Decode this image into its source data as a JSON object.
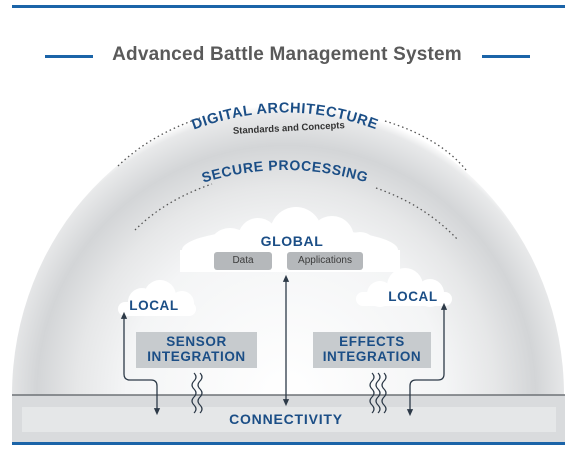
{
  "header": {
    "title": "Advanced Battle Management System"
  },
  "layers": {
    "digital_architecture": "DIGITAL ARCHITECTURE",
    "digital_architecture_sub": "Standards and Concepts",
    "secure_processing": "SECURE PROCESSING"
  },
  "clouds": {
    "global": "GLOBAL",
    "global_items": [
      "Data",
      "Applications"
    ],
    "local_left": "LOCAL",
    "local_right": "LOCAL"
  },
  "integrations": {
    "sensor": [
      "SENSOR",
      "INTEGRATION"
    ],
    "effects": [
      "EFFECTS",
      "INTEGRATION"
    ]
  },
  "base": {
    "connectivity": "CONNECTIVITY"
  },
  "colors": {
    "accent": "#1b64a8",
    "text_blue": "#1b4e86",
    "title_gray": "#5a5a5a",
    "box_gray": "#c7cbce"
  }
}
